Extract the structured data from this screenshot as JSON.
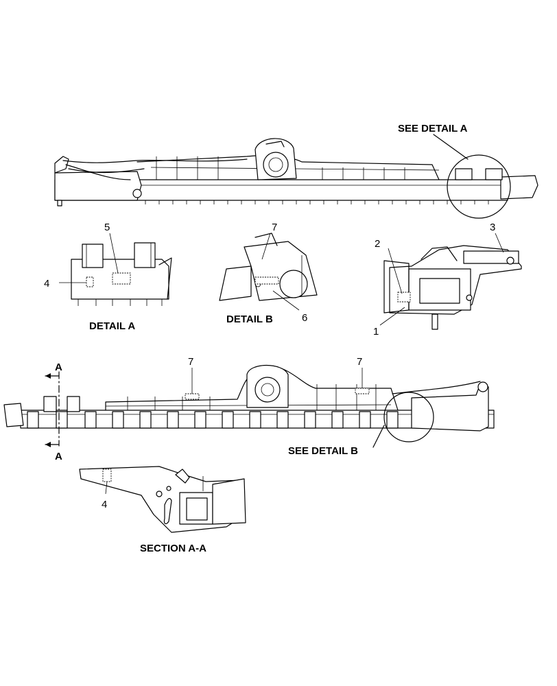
{
  "labels": {
    "see_detail_a": "SEE DETAIL  A",
    "see_detail_b": "SEE DETAIL  B",
    "detail_a": "DETAIL  A",
    "detail_b": "DETAIL  B",
    "section_aa": "SECTION  A-A",
    "section_mark_top": "A",
    "section_mark_bottom": "A"
  },
  "callouts": {
    "c1": "1",
    "c2": "2",
    "c3": "3",
    "c4_detail_a": "4",
    "c4_section": "4",
    "c5": "5",
    "c6": "6",
    "c7_detail_b": "7",
    "c7_rear_left": "7",
    "c7_rear_right": "7"
  }
}
